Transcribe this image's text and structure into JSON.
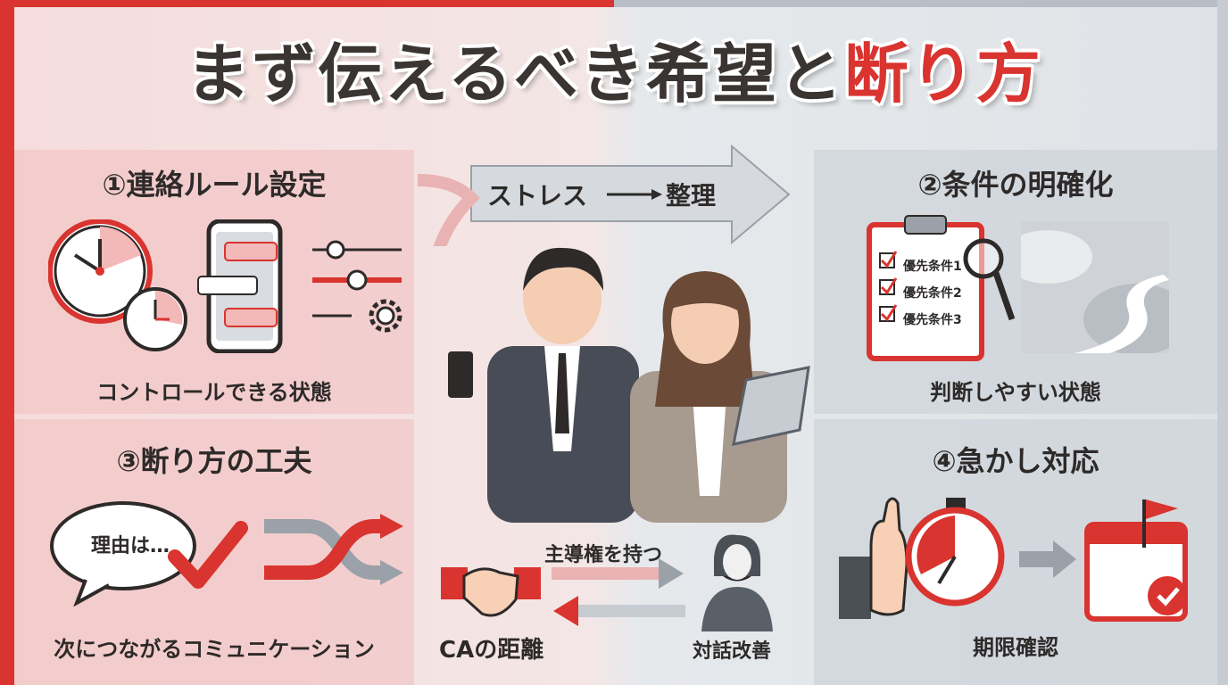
{
  "title": {
    "main": "まず伝えるべき希望と",
    "accent": "断り方"
  },
  "center": {
    "arrow_from": "ストレス",
    "arrow_to": "整理",
    "lead_label": "主導権を持つ",
    "ca_label": "CAの距離",
    "dialog_label": "対話改善"
  },
  "panels": {
    "rules": {
      "heading": "①連絡ルール設定",
      "caption": "コントロールできる状態"
    },
    "conditions": {
      "heading": "②条件の明確化",
      "caption": "判断しやすい状態",
      "checklist": [
        "優先条件1",
        "優先条件2",
        "優先条件3"
      ]
    },
    "decline": {
      "heading": "③断り方の工夫",
      "bubble": "理由は…",
      "caption": "次につながるコミュニケーション"
    },
    "urgency": {
      "heading": "④急かし対応",
      "caption": "期限確認"
    }
  },
  "colors": {
    "red": "#d9342f",
    "dark": "#2d2a29",
    "grey": "#9aa1a8"
  }
}
